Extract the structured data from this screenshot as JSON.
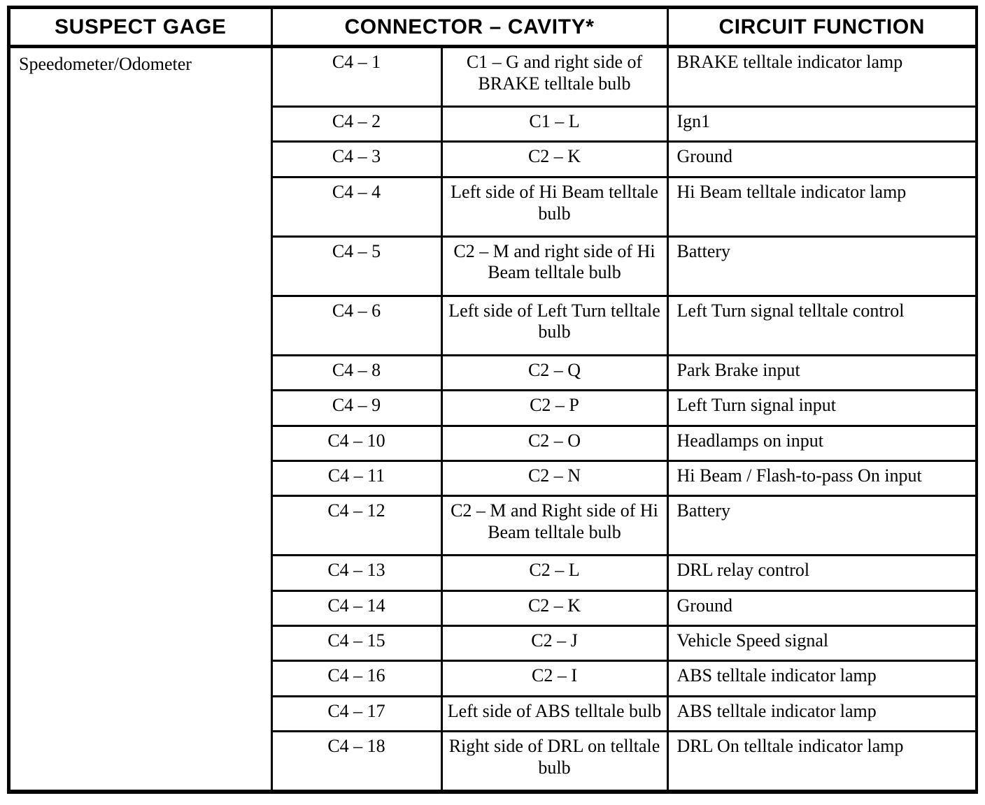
{
  "table": {
    "headers": [
      {
        "label": "SUSPECT GAGE",
        "span": 1
      },
      {
        "label": "CONNECTOR – CAVITY*",
        "span": 2
      },
      {
        "label": "CIRCUIT FUNCTION",
        "span": 1
      }
    ],
    "gage_label": "Speedometer/Odometer",
    "columns": [
      "SUSPECT GAGE",
      "CONNECTOR – CAVITY*",
      "CIRCUIT FUNCTION"
    ],
    "rows": [
      {
        "connector": "C4 – 1",
        "cavity": "C1 – G and right side of BRAKE telltale bulb",
        "function": "BRAKE telltale indicator lamp"
      },
      {
        "connector": "C4 – 2",
        "cavity": "C1 – L",
        "function": "Ign1"
      },
      {
        "connector": "C4 – 3",
        "cavity": "C2 – K",
        "function": "Ground"
      },
      {
        "connector": "C4 – 4",
        "cavity": "Left side of Hi Beam telltale bulb",
        "function": "Hi Beam telltale indicator lamp"
      },
      {
        "connector": "C4 – 5",
        "cavity": "C2 – M and right side of Hi Beam telltale bulb",
        "function": "Battery"
      },
      {
        "connector": "C4 – 6",
        "cavity": "Left side of Left Turn telltale bulb",
        "function": "Left Turn signal telltale control"
      },
      {
        "connector": "C4 – 8",
        "cavity": "C2 – Q",
        "function": "Park Brake input"
      },
      {
        "connector": "C4 – 9",
        "cavity": "C2 – P",
        "function": "Left Turn signal input"
      },
      {
        "connector": "C4 – 10",
        "cavity": "C2 – O",
        "function": "Headlamps on input"
      },
      {
        "connector": "C4 – 11",
        "cavity": "C2 – N",
        "function": "Hi Beam / Flash-to-pass On input"
      },
      {
        "connector": "C4 – 12",
        "cavity": "C2 – M and Right side of Hi Beam telltale bulb",
        "function": "Battery"
      },
      {
        "connector": "C4 – 13",
        "cavity": "C2 – L",
        "function": "DRL relay control"
      },
      {
        "connector": "C4 – 14",
        "cavity": "C2 – K",
        "function": "Ground"
      },
      {
        "connector": "C4 – 15",
        "cavity": "C2 – J",
        "function": "Vehicle Speed signal"
      },
      {
        "connector": "C4 – 16",
        "cavity": "C2 – I",
        "function": "ABS telltale indicator lamp"
      },
      {
        "connector": "C4 – 17",
        "cavity": "Left side of ABS telltale bulb",
        "function": "ABS telltale indicator lamp"
      },
      {
        "connector": "C4 – 18",
        "cavity": "Right side of DRL on telltale bulb",
        "function": "DRL On telltale indicator lamp"
      }
    ]
  },
  "colors": {
    "ink": "#000000",
    "paper": "#ffffff"
  }
}
